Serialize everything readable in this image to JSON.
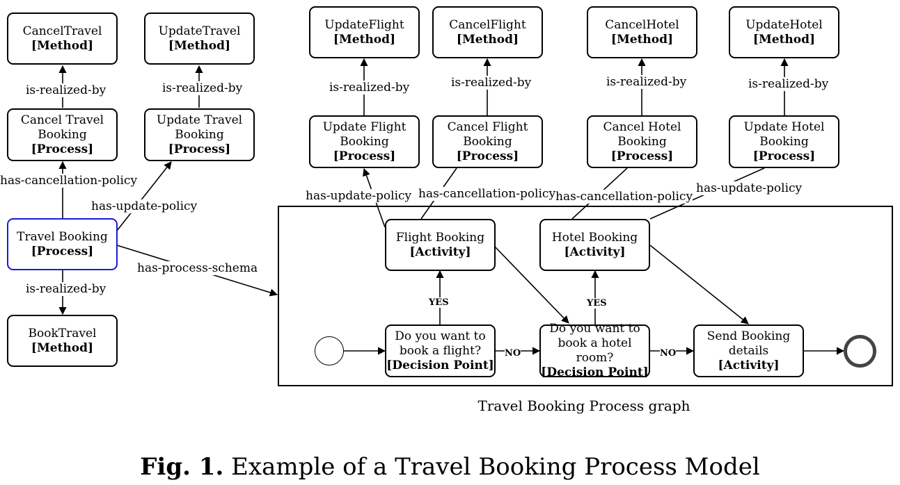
{
  "nodes": {
    "cancel_travel_method": {
      "name": "CancelTravel",
      "kind": "[Method]"
    },
    "update_travel_method": {
      "name": "UpdateTravel",
      "kind": "[Method]"
    },
    "cancel_travel_booking": {
      "line1": "Cancel Travel",
      "line2": "Booking",
      "kind": "[Process]"
    },
    "update_travel_booking": {
      "line1": "Update Travel",
      "line2": "Booking",
      "kind": "[Process]"
    },
    "travel_booking": {
      "name": "Travel Booking",
      "kind": "[Process]"
    },
    "book_travel_method": {
      "name": "BookTravel",
      "kind": "[Method]"
    },
    "update_flight_method": {
      "name": "UpdateFlight",
      "kind": "[Method]"
    },
    "cancel_flight_method": {
      "name": "CancelFlight",
      "kind": "[Method]"
    },
    "cancel_hotel_method": {
      "name": "CancelHotel",
      "kind": "[Method]"
    },
    "update_hotel_method": {
      "name": "UpdateHotel",
      "kind": "[Method]"
    },
    "update_flight_booking": {
      "line1": "Update Flight",
      "line2": "Booking",
      "kind": "[Process]"
    },
    "cancel_flight_booking": {
      "line1": "Cancel Flight",
      "line2": "Booking",
      "kind": "[Process]"
    },
    "cancel_hotel_booking": {
      "line1": "Cancel Hotel",
      "line2": "Booking",
      "kind": "[Process]"
    },
    "update_hotel_booking": {
      "line1": "Update Hotel",
      "line2": "Booking",
      "kind": "[Process]"
    },
    "flight_booking_activity": {
      "name": "Flight Booking",
      "kind": "[Activity]"
    },
    "hotel_booking_activity": {
      "name": "Hotel Booking",
      "kind": "[Activity]"
    },
    "flight_decision": {
      "line1": "Do you want to",
      "line2": "book a flight?",
      "kind": "[Decision Point]"
    },
    "hotel_decision": {
      "line1": "Do you want to",
      "line2": "book a hotel room?",
      "kind": "[Decision Point]"
    },
    "send_booking_details": {
      "line1": "Send Booking",
      "line2": "details",
      "kind": "[Activity]"
    }
  },
  "edge_labels": {
    "is_realized_by": "is-realized-by",
    "has_cancellation_policy": "has-cancellation-policy",
    "has_update_policy": "has-update-policy",
    "has_process_schema": "has-process-schema",
    "yes": "YES",
    "no": "NO"
  },
  "graph_title": "Travel Booking Process graph",
  "caption": {
    "fig": "Fig. 1.",
    "text": "Example of a Travel Booking Process Model"
  }
}
